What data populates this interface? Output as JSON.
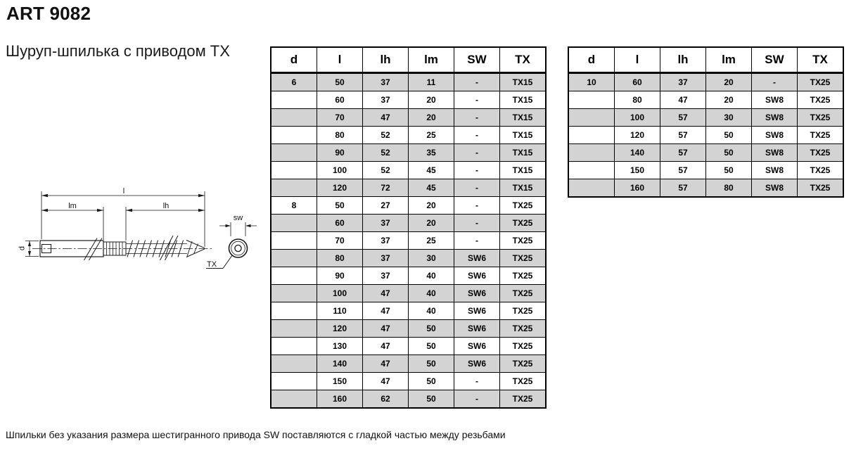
{
  "page": {
    "title": "ART 9082",
    "subtitle": "Шуруп-шпилька с приводом TX",
    "footnote": "Шпильки без указания размера шестигранного привода SW поставляются с гладкой частью между резьбами"
  },
  "diagram": {
    "labels": {
      "l": "l",
      "lm": "lm",
      "lh": "lh",
      "d": "d",
      "sw": "sw",
      "tx": "TX"
    }
  },
  "tables": [
    {
      "headers": [
        "d",
        "l",
        "lh",
        "lm",
        "SW",
        "TX"
      ],
      "rows": [
        [
          "6",
          "50",
          "37",
          "11",
          "-",
          "TX15"
        ],
        [
          "",
          "60",
          "37",
          "20",
          "-",
          "TX15"
        ],
        [
          "",
          "70",
          "47",
          "20",
          "-",
          "TX15"
        ],
        [
          "",
          "80",
          "52",
          "25",
          "-",
          "TX15"
        ],
        [
          "",
          "90",
          "52",
          "35",
          "-",
          "TX15"
        ],
        [
          "",
          "100",
          "52",
          "45",
          "-",
          "TX15"
        ],
        [
          "",
          "120",
          "72",
          "45",
          "-",
          "TX15"
        ],
        [
          "8",
          "50",
          "27",
          "20",
          "-",
          "TX25"
        ],
        [
          "",
          "60",
          "37",
          "20",
          "-",
          "TX25"
        ],
        [
          "",
          "70",
          "37",
          "25",
          "-",
          "TX25"
        ],
        [
          "",
          "80",
          "37",
          "30",
          "SW6",
          "TX25"
        ],
        [
          "",
          "90",
          "37",
          "40",
          "SW6",
          "TX25"
        ],
        [
          "",
          "100",
          "47",
          "40",
          "SW6",
          "TX25"
        ],
        [
          "",
          "110",
          "47",
          "40",
          "SW6",
          "TX25"
        ],
        [
          "",
          "120",
          "47",
          "50",
          "SW6",
          "TX25"
        ],
        [
          "",
          "130",
          "47",
          "50",
          "SW6",
          "TX25"
        ],
        [
          "",
          "140",
          "47",
          "50",
          "SW6",
          "TX25"
        ],
        [
          "",
          "150",
          "47",
          "50",
          "-",
          "TX25"
        ],
        [
          "",
          "160",
          "62",
          "50",
          "-",
          "TX25"
        ]
      ]
    },
    {
      "headers": [
        "d",
        "l",
        "lh",
        "lm",
        "SW",
        "TX"
      ],
      "rows": [
        [
          "10",
          "60",
          "37",
          "20",
          "-",
          "TX25"
        ],
        [
          "",
          "80",
          "47",
          "20",
          "SW8",
          "TX25"
        ],
        [
          "",
          "100",
          "57",
          "30",
          "SW8",
          "TX25"
        ],
        [
          "",
          "120",
          "57",
          "50",
          "SW8",
          "TX25"
        ],
        [
          "",
          "140",
          "57",
          "50",
          "SW8",
          "TX25"
        ],
        [
          "",
          "150",
          "57",
          "50",
          "SW8",
          "TX25"
        ],
        [
          "",
          "160",
          "57",
          "80",
          "SW8",
          "TX25"
        ]
      ]
    }
  ],
  "colors": {
    "row_shade": "#d3d3d3",
    "table_border": "#000000",
    "drawing_line": "#1a1a1a",
    "background": "#ffffff"
  }
}
